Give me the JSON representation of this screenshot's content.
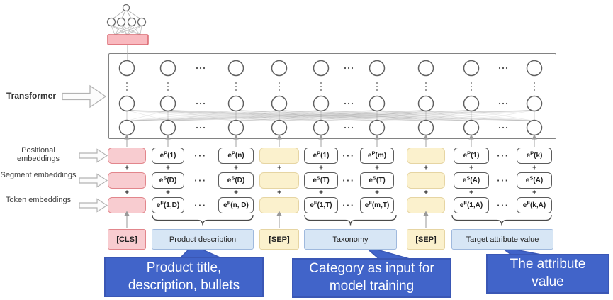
{
  "left_labels": {
    "transformer": "Transformer",
    "positional": "Positional embeddings",
    "segment": "Segment embeddings",
    "token": "Token embeddings"
  },
  "embedding_grid": {
    "base": "e",
    "plus": "+",
    "dots": "···",
    "rows": [
      {
        "name": "positional",
        "cells": [
          {
            "sup": "P",
            "args": "(1)"
          },
          {
            "sup": "P",
            "args": "(n)"
          },
          {
            "sup": "P",
            "args": "(1)"
          },
          {
            "sup": "P",
            "args": "(m)"
          },
          {
            "sup": "P",
            "args": "(1)"
          },
          {
            "sup": "P",
            "args": "(k)"
          }
        ]
      },
      {
        "name": "segment",
        "cells": [
          {
            "sup": "S",
            "args": "(D)"
          },
          {
            "sup": "S",
            "args": "(D)"
          },
          {
            "sup": "S",
            "args": "(T)"
          },
          {
            "sup": "S",
            "args": "(T)"
          },
          {
            "sup": "S",
            "args": "(A)"
          },
          {
            "sup": "S",
            "args": "(A)"
          }
        ]
      },
      {
        "name": "token",
        "cells": [
          {
            "sup": "F",
            "args": "(1,D)"
          },
          {
            "sup": "F",
            "args": "(n, D)"
          },
          {
            "sup": "F",
            "args": "(1,T)"
          },
          {
            "sup": "F",
            "args": "(m,T)"
          },
          {
            "sup": "F",
            "args": "(1,A)"
          },
          {
            "sup": "F",
            "args": "(k,A)"
          }
        ]
      }
    ]
  },
  "inputs": [
    {
      "label": "[CLS]"
    },
    {
      "label": "Product description"
    },
    {
      "label": "[SEP]"
    },
    {
      "label": "Taxonomy"
    },
    {
      "label": "[SEP]"
    },
    {
      "label": "Target attribute value"
    }
  ],
  "callouts": [
    {
      "text": "Product title, description, bullets"
    },
    {
      "text": "Category as input for model training"
    },
    {
      "text": "The attribute value"
    }
  ],
  "colors": {
    "pink_fill": "#f8ccd0",
    "pink_border": "#e2868c",
    "classifier_fill": "#f9b9bf",
    "classifier_border": "#d9666e",
    "yellow_fill": "#fbf1cd",
    "yellow_border": "#e6d5a3",
    "blue_fill": "#d7e6f5",
    "blue_border": "#9fb9dd",
    "callout_fill": "#4164c9",
    "callout_border": "#3a57b5",
    "callout_text": "#ffffff",
    "box_border": "#5c5c5c"
  }
}
